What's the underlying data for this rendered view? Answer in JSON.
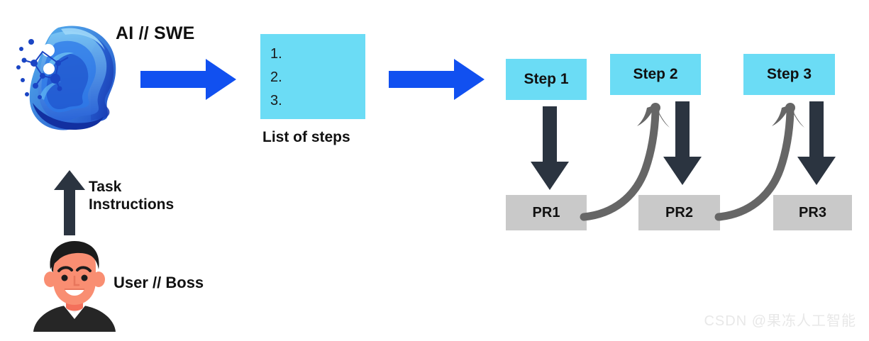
{
  "diagram": {
    "title_note": "AI software-engineer workflow diagram",
    "nodes": {
      "ai_label": "AI // SWE",
      "user_label": "User // Boss",
      "task_label_line1": "Task",
      "task_label_line2": "Instructions",
      "list_caption": "List of steps",
      "list_items": [
        "1.",
        "2.",
        "3."
      ],
      "steps": [
        "Step 1",
        "Step 2",
        "Step 3"
      ],
      "prs": [
        "PR1",
        "PR2",
        "PR3"
      ]
    },
    "icons": {
      "ai_head": "ai-head-icon",
      "user_avatar": "user-avatar-icon",
      "arrow_right_1": "blue-arrow-right-icon",
      "arrow_right_2": "blue-arrow-right-icon",
      "arrow_up_task": "black-arrow-up-icon",
      "arrow_down_1": "dark-arrow-down-icon",
      "arrow_down_2": "dark-arrow-down-icon",
      "arrow_down_3": "dark-arrow-down-icon",
      "curve_pr1_step2": "gray-curved-arrow-icon",
      "curve_pr2_step3": "gray-curved-arrow-icon"
    },
    "colors": {
      "cyan": "#6BDCF5",
      "gray": "#C9C9C9",
      "blue_arrow": "#1150F0",
      "dark_arrow": "#2B3440",
      "curve_arrow": "#666666",
      "text": "#111111",
      "watermark": "#E8E8E8",
      "skin": "#F98E72",
      "hair": "#1C1C1C",
      "shirt": "#262626"
    },
    "watermark": "CSDN @果冻人工智能"
  }
}
